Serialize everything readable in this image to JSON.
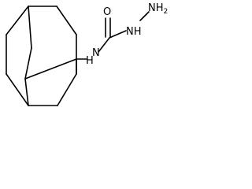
{
  "structure": {
    "atom_labels": {
      "carbonyl_oxygen": "O",
      "amide_nitrogen": "NH",
      "hydrazine_amine": "NH",
      "hydrazine_amine_subscript": "2",
      "adamantyl_nitrogen": "N",
      "adamantyl_nitrogen_hydrogen": "H"
    },
    "colors": {
      "bond": "#000000",
      "label": "#000000",
      "background": "#ffffff"
    }
  }
}
